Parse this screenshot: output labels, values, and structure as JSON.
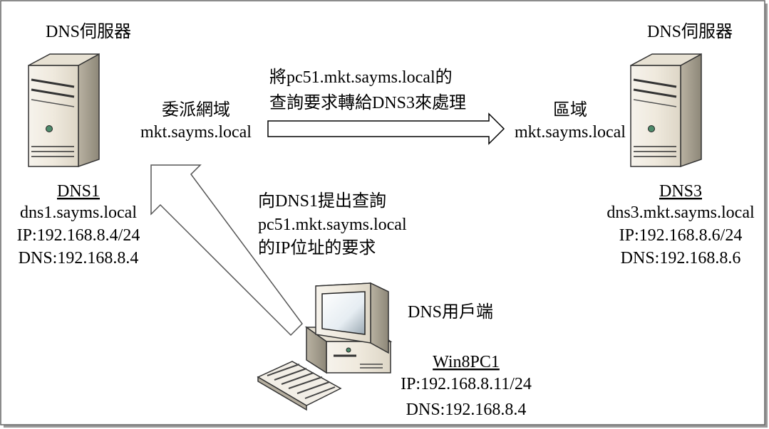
{
  "servers": {
    "dns1": {
      "role": "DNS伺服器",
      "name": "DNS1",
      "fqdn": "dns1.sayms.local",
      "ip": "IP:192.168.8.4/24",
      "dns": "DNS:192.168.8.4"
    },
    "dns3": {
      "role": "DNS伺服器",
      "name": "DNS3",
      "fqdn": "dns3.mkt.sayms.local",
      "ip": "IP:192.168.8.6/24",
      "dns": "DNS:192.168.8.6"
    }
  },
  "client": {
    "role": "DNS用戶端",
    "name": "Win8PC1",
    "ip": "IP:192.168.8.11/24",
    "dns": "DNS:192.168.8.4"
  },
  "delegation": {
    "line1": "委派網域",
    "line2": "mkt.sayms.local"
  },
  "zone": {
    "line1": "區域",
    "line2": "mkt.sayms.local"
  },
  "forward_note": {
    "line1": "將pc51.mkt.sayms.local的",
    "line2": "查詢要求轉給DNS3來處理"
  },
  "query_note": {
    "line1": "向DNS1提出查詢",
    "line2": "pc51.mkt.sayms.local",
    "line3": "的IP位址的要求"
  }
}
